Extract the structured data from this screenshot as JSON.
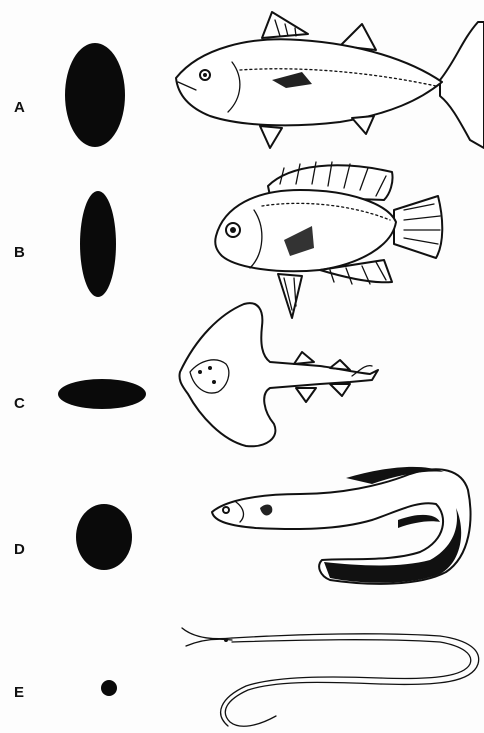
{
  "rows": [
    {
      "label": "A",
      "animal_icon": "tuna-fish-icon",
      "section_shape": "tall-oval"
    },
    {
      "label": "B",
      "animal_icon": "angelfish-icon",
      "section_shape": "narrow-oval"
    },
    {
      "label": "C",
      "animal_icon": "ray-icon",
      "section_shape": "flat-oval"
    },
    {
      "label": "D",
      "animal_icon": "eel-icon",
      "section_shape": "round"
    },
    {
      "label": "E",
      "animal_icon": "thin-eel-icon",
      "section_shape": "small-dot"
    }
  ],
  "colors": {
    "ink": "#111111",
    "fill": "#0a0a0a",
    "background": "#fdfdfd"
  }
}
